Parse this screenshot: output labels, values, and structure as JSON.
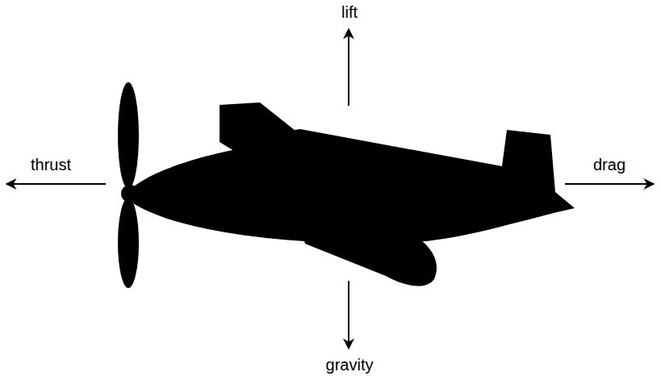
{
  "diagram": {
    "labels": [
      "lift",
      "thrust",
      "drag",
      "gravity"
    ]
  }
}
